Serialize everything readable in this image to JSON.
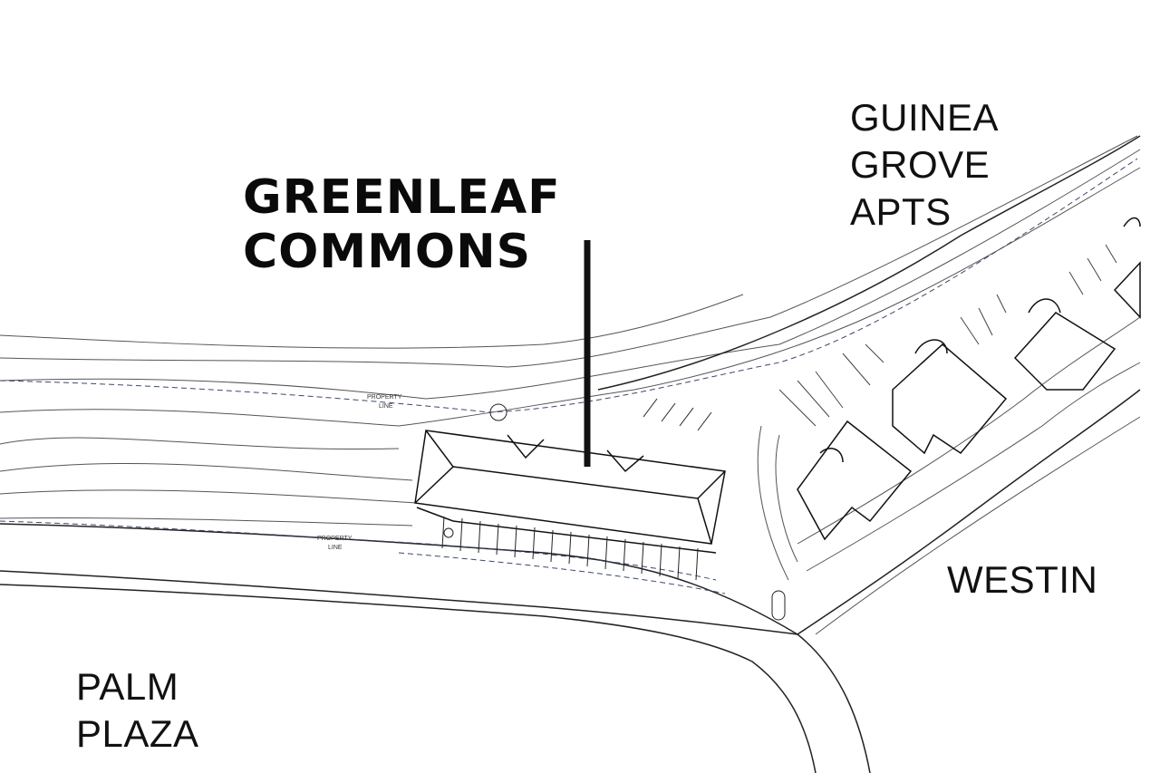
{
  "labels": {
    "project": [
      "GREENLEAF",
      "COMMONS"
    ],
    "north_east": [
      "GUINEA",
      "GROVE",
      "APTS"
    ],
    "east": "WESTIN",
    "south_west": [
      "PALM",
      "PLAZA"
    ]
  },
  "plan_notes": {
    "property_line_top": [
      "PROPERTY",
      "LINE"
    ],
    "property_line_bottom": [
      "PROPERTY",
      "LINE"
    ]
  },
  "colors": {
    "line": "#333333",
    "boundary": "#3a4a6a",
    "leader": "#111111"
  }
}
